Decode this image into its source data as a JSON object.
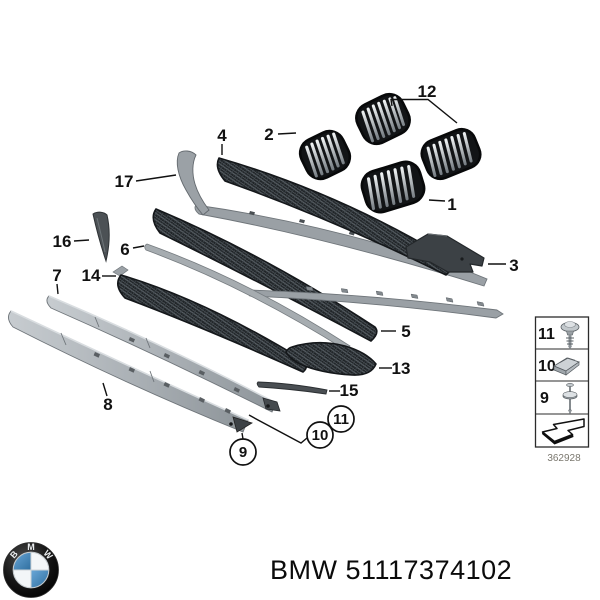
{
  "diagram": {
    "callout_labels": {
      "c1": "1",
      "c2": "2",
      "c3": "3",
      "c4": "4",
      "c5": "5",
      "c6": "6",
      "c7": "7",
      "c8": "8",
      "c12": "12",
      "c13": "13",
      "c14": "14",
      "c15": "15",
      "c16": "16",
      "c17": "17"
    },
    "circled_callouts": {
      "c9": "9",
      "c10": "10",
      "c11": "11"
    },
    "legend": {
      "rows": [
        {
          "num": "11",
          "icon": "push-rivet-icon"
        },
        {
          "num": "10",
          "icon": "sheet-metal-clip-icon"
        },
        {
          "num": "9",
          "icon": "expanding-pin-icon"
        }
      ],
      "arrow_icon": "direction-arrow-icon",
      "diagram_number": "362928"
    }
  },
  "footer": {
    "logo_letters": [
      "B",
      "M",
      "W"
    ],
    "part_number_text": "BMW 51117374102"
  },
  "colors": {
    "background": "#ffffff",
    "line": "#111111",
    "mesh_dark": "#202427",
    "strip_silver": "#aab0b5",
    "roundel_blue": "#3c7fb1"
  }
}
